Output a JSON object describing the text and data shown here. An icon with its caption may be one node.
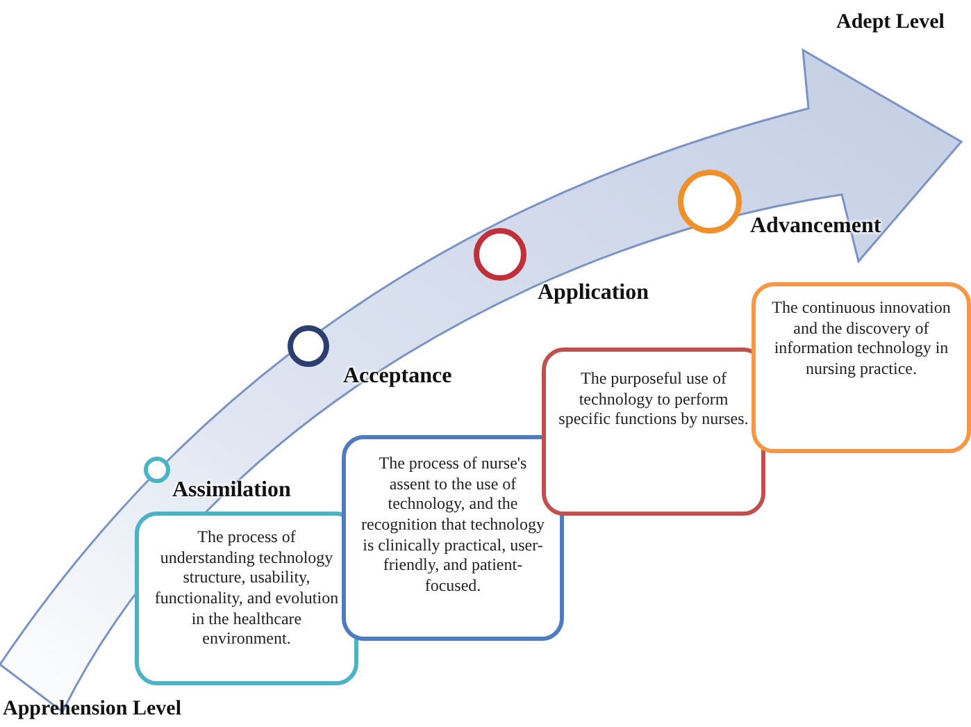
{
  "diagram": {
    "nodes": [
      {
        "text": [
          "Assimilation",
          "The process of understanding technology structure, usability, functionality, and evolution in the healthcare environment."
        ]
      },
      {
        "text": [
          "Acceptance",
          "The process of nurse's assent to the use of technology, and the recognition that technology is clinically practical, user-friendly, and patient-focused."
        ]
      },
      {
        "text": [
          "Application",
          "The purposeful use of technology to perform specific functions by nurses."
        ]
      },
      {
        "text": [
          "Advancement",
          "The continuous innovation and the discovery of information technology in nursing practice."
        ]
      }
    ],
    "labels": [
      "Adept Level",
      "Apprehension Level"
    ]
  }
}
